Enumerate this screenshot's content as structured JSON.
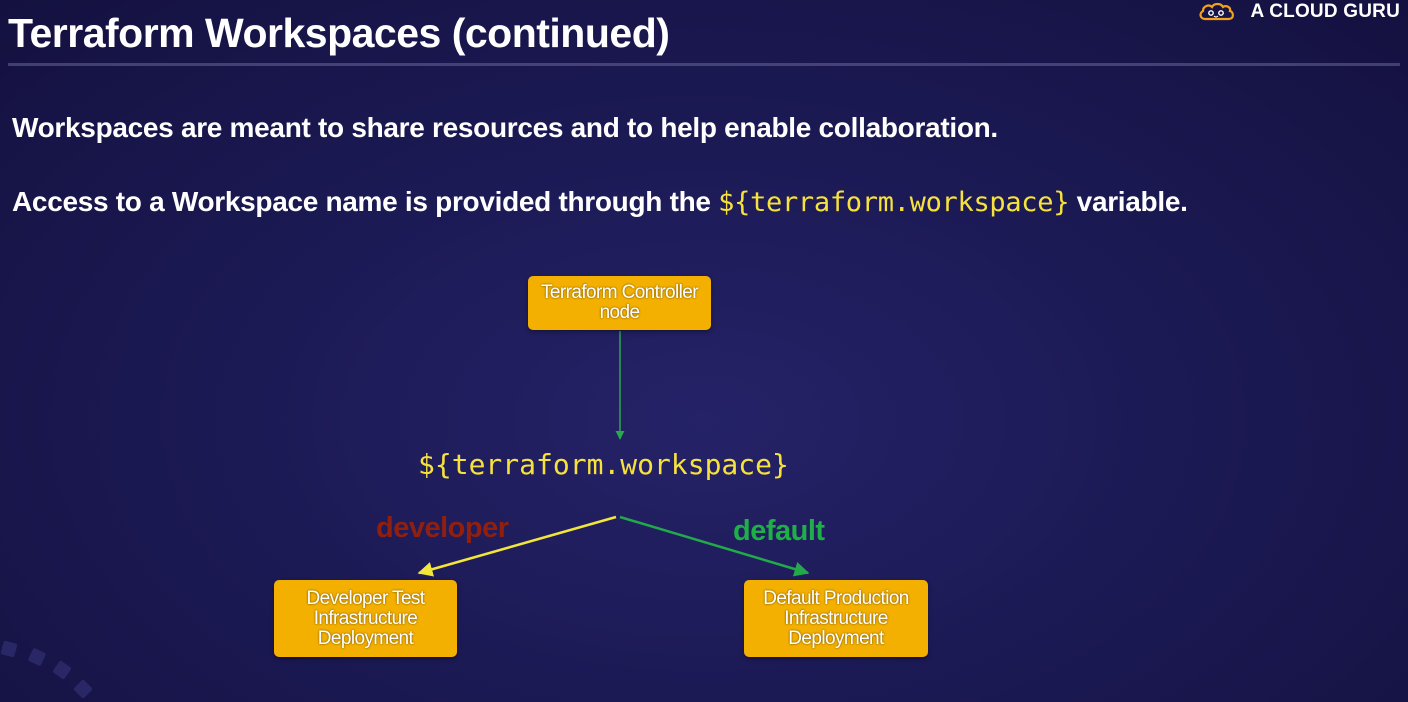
{
  "brand": {
    "logo_icon": "cloud-logo-icon",
    "name": "A CLOUD GURU"
  },
  "title": "Terraform Workspaces (continued)",
  "body": {
    "line1": "Workspaces are meant to share resources and to help enable collaboration.",
    "line2_prefix": "Access to a Workspace name is provided through the ",
    "line2_code": "${terraform.workspace}",
    "line2_suffix": " variable."
  },
  "diagram": {
    "controller_node": "Terraform Controller\nnode",
    "workspace_variable": "${terraform.workspace}",
    "edges": {
      "developer_label": "developer",
      "default_label": "default"
    },
    "developer_node": "Developer Test\nInfrastructure\nDeployment",
    "default_node": "Default Production\nInfrastructure\nDeployment"
  },
  "colors": {
    "background": "#1c1a55",
    "node_fill": "#f4b000",
    "code_text": "#f7e23b",
    "developer_label": "#8f2010",
    "default_label": "#1fae48",
    "controller_arrow": "#2aa84a",
    "developer_arrow": "#f2e63a",
    "default_arrow": "#21a94a"
  }
}
